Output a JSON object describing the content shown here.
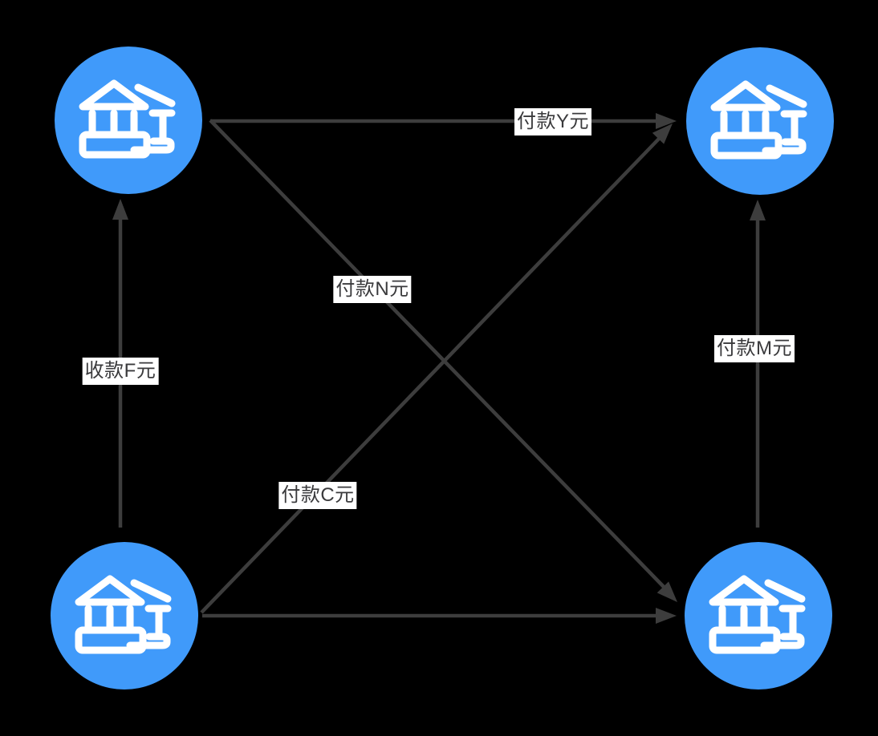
{
  "diagram": {
    "title": "interbank-payment-flow",
    "colors": {
      "background": "#000000",
      "node_fill": "#409afa",
      "icon_stroke": "#ffffff",
      "edge": "#3d3d3d",
      "label_bg": "#ffffff",
      "label_text": "#3a3a3c"
    },
    "nodes": [
      {
        "id": "bank-top-left",
        "icon": "bank-icon"
      },
      {
        "id": "bank-top-right",
        "icon": "bank-icon"
      },
      {
        "id": "bank-bottom-left",
        "icon": "bank-icon"
      },
      {
        "id": "bank-bottom-right",
        "icon": "bank-icon"
      }
    ],
    "edges": [
      {
        "id": "top",
        "from": "bank-top-left",
        "to": "bank-top-right",
        "label": "付款Y元"
      },
      {
        "id": "left",
        "from": "bank-bottom-left",
        "to": "bank-top-left",
        "label": "收款F元"
      },
      {
        "id": "right",
        "from": "bank-bottom-right",
        "to": "bank-top-right",
        "label": "付款M元"
      },
      {
        "id": "diagonal-down",
        "from": "bank-top-left",
        "to": "bank-bottom-right",
        "label": "付款N元"
      },
      {
        "id": "diagonal-up",
        "from": "bank-bottom-left",
        "to": "bank-top-right",
        "label": "付款C元"
      },
      {
        "id": "bottom",
        "from": "bank-bottom-left",
        "to": "bank-bottom-right",
        "label": ""
      }
    ]
  }
}
